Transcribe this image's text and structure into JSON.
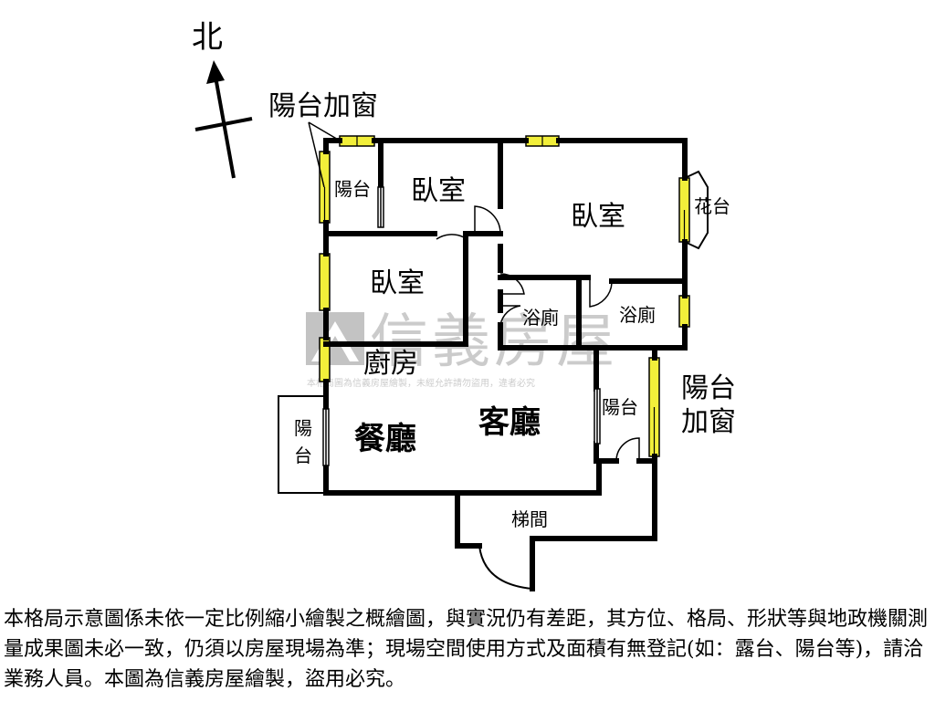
{
  "compass": {
    "label": "北"
  },
  "balcony_window_nw": "陽台加窗",
  "balcony_window_e": [
    "陽台",
    "加窗"
  ],
  "rooms": {
    "balcony_nw": "陽台",
    "bedroom_1": "臥室",
    "bedroom_2": "臥室",
    "bedroom_3": "臥室",
    "planter": "花台",
    "bath_1": "浴廁",
    "bath_2": "浴廁",
    "kitchen": "廚房",
    "dining": "餐廳",
    "living": "客廳",
    "balcony_e": "陽台",
    "balcony_w": [
      "陽",
      "台"
    ],
    "stairwell": "梯間"
  },
  "watermark": {
    "brand": "信義房屋",
    "notice": "本格局圖為信義房屋繪製，未經允許請勿盜用，違者必究"
  },
  "disclaimer": "本格局示意圖係未依一定比例縮小繪製之概繪圖，與實況仍有差距，其方位、格局、形狀等與地政機關測量成果圖未必一致，仍須以房屋現場為準；現場空間使用方式及面積有無登記(如：露台、陽台等)，請洽業務人員。本圖為信義房屋繪製，盜用必究。",
  "colors": {
    "wall": "#000000",
    "window": "#f2ef3a",
    "watermark": "#9a9a9a"
  }
}
